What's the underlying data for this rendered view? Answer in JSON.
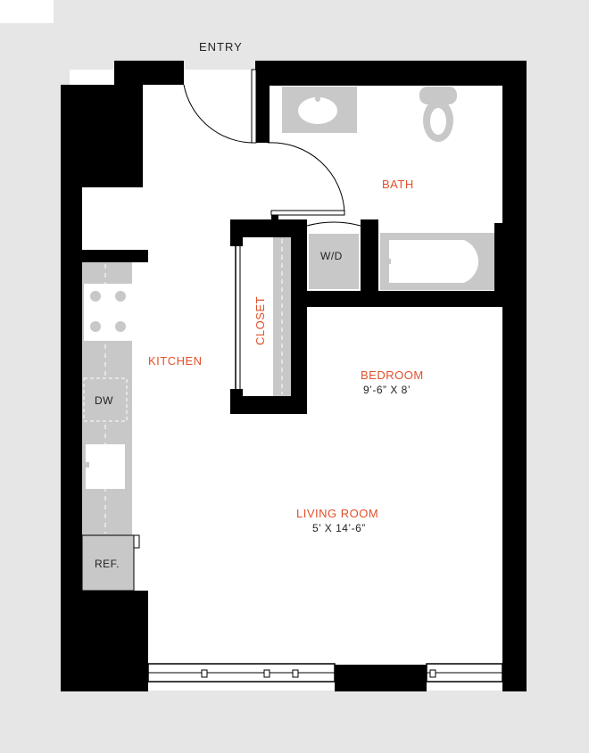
{
  "colors": {
    "wall": "#000000",
    "room_label": "#e2502b",
    "fixture_fill": "#c8c8c8",
    "background": "#e6e6e6",
    "floor": "#ffffff"
  },
  "labels": {
    "entry": "ENTRY",
    "bath": "BATH",
    "wd": "W/D",
    "closet": "CLOSET",
    "kitchen": "KITCHEN",
    "dw": "DW",
    "ref": "REF.",
    "bedroom": "BEDROOM",
    "bedroom_dim": "9’-6” X 8’",
    "living": "LIVING ROOM",
    "living_dim": "5’ X 14’-6”"
  }
}
